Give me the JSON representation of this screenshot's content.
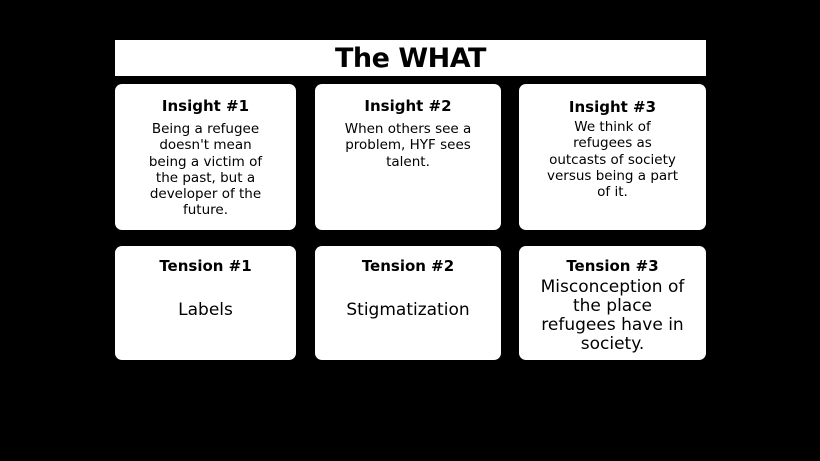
{
  "title": "The WHAT",
  "insights": [
    {
      "heading": "Insight #1",
      "text": "Being a refugee doesn't mean being a victim of the past, but a developer of the future."
    },
    {
      "heading": "Insight #2",
      "text": "When others see a problem, HYF sees talent."
    },
    {
      "heading": "Insight #3",
      "text": "We think of refugees as outcasts of society versus being a part of it."
    }
  ],
  "tensions": [
    {
      "heading": "Tension #1",
      "text": "Labels"
    },
    {
      "heading": "Tension #2",
      "text": "Stigmatization"
    },
    {
      "heading": "Tension #3",
      "text": "Misconception of the place refugees have in society."
    }
  ],
  "colors": {
    "background": "#000000",
    "card": "#ffffff",
    "text": "#000000"
  }
}
